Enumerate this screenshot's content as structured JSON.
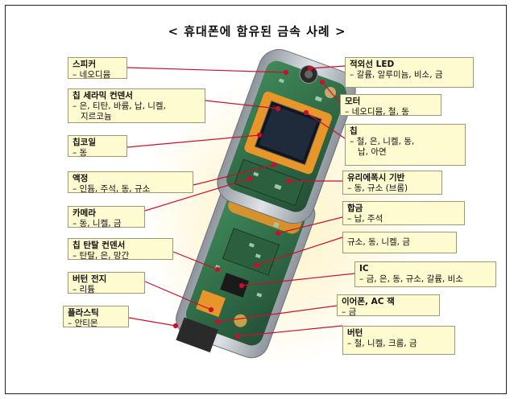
{
  "title": "< 휴대폰에 함유된 금속 사례 >",
  "labels": {
    "speaker": {
      "name": "스피커",
      "metals": "– 네오디뮴"
    },
    "chip_ceramic_capacitor": {
      "name": "칩 세라믹 컨덴서",
      "metals": "– 은, 티탄, 바륨, 납, 니켈,\n   지르코늄"
    },
    "chip_coil": {
      "name": "칩코일",
      "metals": "– 동"
    },
    "lcd": {
      "name": "액정",
      "metals": "– 인듐, 주석, 동, 규소"
    },
    "camera": {
      "name": "카메라",
      "metals": "– 동, 니켈, 금"
    },
    "chip_tantalum_capacitor": {
      "name": "칩 탄탈 컨덴서",
      "metals": "– 탄탈, 은, 망간"
    },
    "button_battery": {
      "name": "버턴 전지",
      "metals": "– 리튬"
    },
    "plastic": {
      "name": "플라스틱",
      "metals": "– 안티몬"
    },
    "infrared_led": {
      "name": "적외선 LED",
      "metals": "– 갈륨, 알루미늄, 비소, 금"
    },
    "motor": {
      "name": "모터",
      "metals": "– 네오디뮴, 철, 동"
    },
    "chip": {
      "name": "칩",
      "metals": "– 철, 은, 니켈, 동,\n   납, 아연"
    },
    "glass_epoxy_board": {
      "name": "유리에폭시 기반",
      "metals": "– 동, 규소 (브롬)"
    },
    "alloy": {
      "name": "합금",
      "metals": "– 납, 주석"
    },
    "board_metals": {
      "name": "",
      "metals": "규소, 동, 니켈, 금"
    },
    "ic": {
      "name": "IC",
      "metals": "– 금, 은, 동, 규소, 갈륨, 비소"
    },
    "earphone_ac_jack": {
      "name": "이어폰, AC 잭",
      "metals": "– 금"
    },
    "button": {
      "name": "버턴",
      "metals": "– 철, 니켈, 크롬, 금"
    }
  },
  "colors": {
    "box_fill": "#fffbd0",
    "leader_line": "#c8102e",
    "pcb": "#2f6d46",
    "body_silver": "#b9bec6",
    "orange_flex": "#e8952a"
  }
}
